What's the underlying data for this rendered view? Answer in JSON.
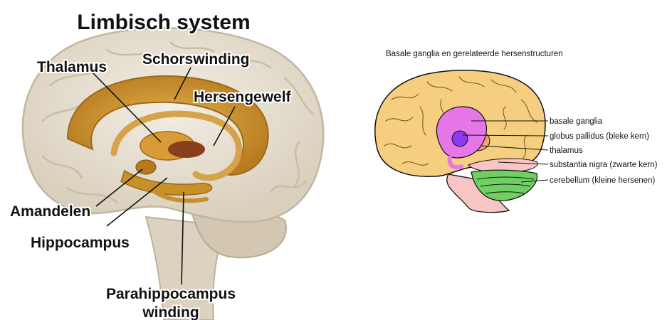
{
  "limbic": {
    "title": "Limbisch system",
    "labels": {
      "thalamus": "Thalamus",
      "schorswinding": "Schorswinding",
      "hersengewelf": "Hersengewelf",
      "amandelen": "Amandelen",
      "hippocampus": "Hippocampus",
      "parahippocampus_1": "Parahippocampus",
      "parahippocampus_2": "winding"
    }
  },
  "basal": {
    "title": "Basale ganglia en gerelateerde hersenstructuren",
    "labels": {
      "basale_ganglia": "basale ganglia",
      "globus_pallidus": "globus pallidus (bleke kern)",
      "thalamus": "thalamus",
      "substantia_nigra": "substantia nigra (zwarte kern)",
      "cerebellum": "cerebellum (kleine hersenen)"
    }
  },
  "colors": {
    "brain_left": "#ede6d8",
    "limbic_gold": "#c8902a",
    "brain_right": "#f5cf7f",
    "basal_magenta": "#e776e8",
    "globus_purple": "#8a3bf0",
    "thalamus_orange": "#f2a56a",
    "brainstem_pink": "#f7c5c4",
    "cerebellum_green": "#6fcf63"
  }
}
